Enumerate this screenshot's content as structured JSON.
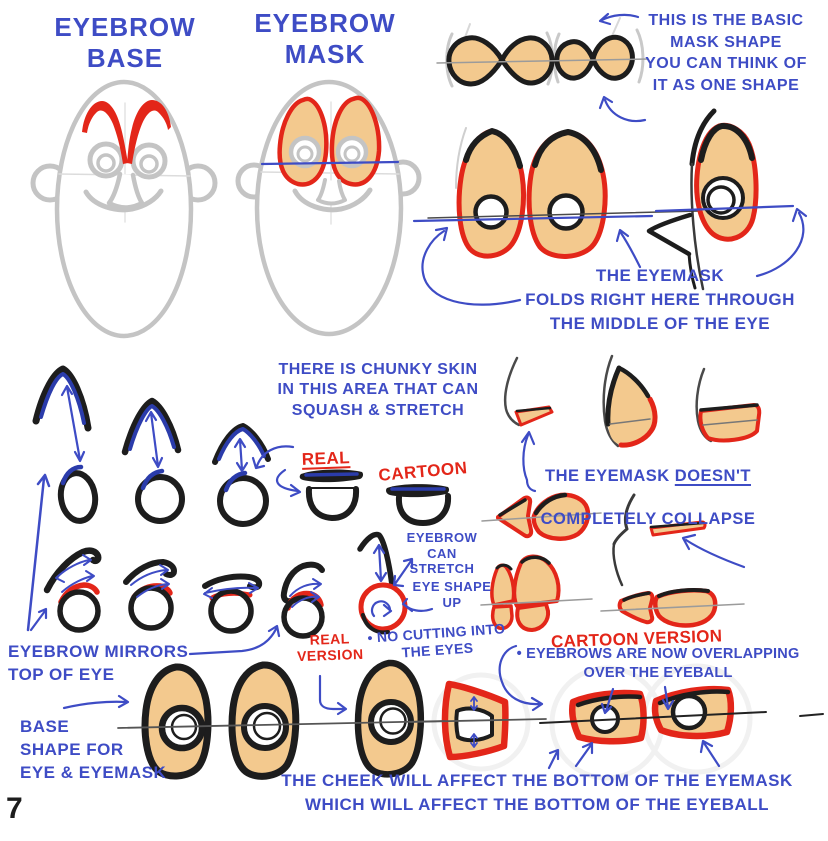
{
  "palette": {
    "ink_blue": "#3e4cc5",
    "ink_red": "#e32619",
    "ink_black": "#1d1d1d",
    "mask_tan": "#f3c98e",
    "sketch_gray": "#c4c4c4",
    "eyebrow_blue": "#2b3cab"
  },
  "page": {
    "number": "7"
  },
  "titles": {
    "eyebrow_base": "EYEBROW\nBASE",
    "eyebrow_mask": "EYEBROW\nMASK"
  },
  "annotations": {
    "basic_mask_shape": "THIS IS THE BASIC\nMASK SHAPE\nYOU CAN THINK OF\nIT AS ONE SHAPE",
    "eyemask_folds": "THE EYEMASK\nFOLDS RIGHT HERE THROUGH\nTHE MIDDLE OF THE EYE",
    "chunky_skin": "THERE IS CHUNKY SKIN\nIN THIS AREA THAT CAN\nSQUASH & STRETCH",
    "real": "REAL",
    "cartoon": "CARTOON",
    "doesnt_collapse_lead": "THE EYEMASK ",
    "doesnt_collapse_underlined": "DOESN'T",
    "doesnt_collapse_line2": "COMPLETELY COLLAPSE",
    "eyebrow_can_stretch": "EYEBROW\nCAN\nSTRETCH",
    "eye_shape_up": "EYE SHAPE\nUP",
    "eyebrow_mirrors": "EYEBROW MIRRORS\nTOP OF EYE",
    "real_version": "REAL\nVERSION",
    "no_cutting": "• NO CUTTING INTO\nTHE EYES",
    "cartoon_version": "CARTOON VERSION",
    "overlapping": "• EYEBROWS ARE NOW OVERLAPPING\nOVER THE EYEBALL",
    "base_shape": "BASE\nSHAPE FOR\nEYE & EYEMASK",
    "cheek": "THE CHEEK WILL AFFECT THE BOTTOM OF THE EYEMASK\nWHICH WILL AFFECT THE BOTTOM OF THE EYEBALL"
  }
}
